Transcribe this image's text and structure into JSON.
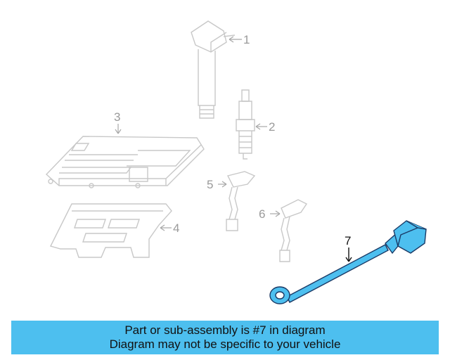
{
  "callouts": [
    {
      "id": "1",
      "label": "1"
    },
    {
      "id": "2",
      "label": "2"
    },
    {
      "id": "3",
      "label": "3"
    },
    {
      "id": "4",
      "label": "4"
    },
    {
      "id": "5",
      "label": "5"
    },
    {
      "id": "6",
      "label": "6"
    },
    {
      "id": "7",
      "label": "7"
    }
  ],
  "highlight_color": "#4dbfef",
  "banner": {
    "line1": "Part or sub-assembly is #7 in diagram",
    "line2": "Diagram may not be specific to your vehicle"
  }
}
